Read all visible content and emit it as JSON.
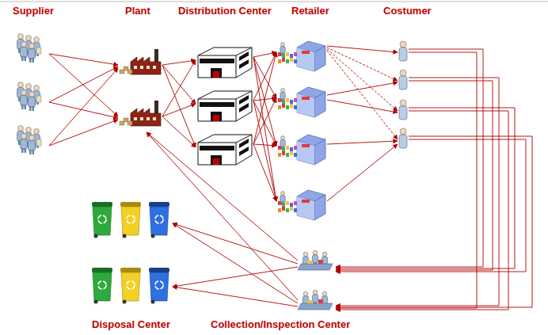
{
  "diagram": {
    "labels": [
      "Supplier",
      "Plant",
      "Distribution Center",
      "Retailer",
      "Costumer",
      "Disposal Center",
      "Collection/Inspection Center"
    ]
  }
}
